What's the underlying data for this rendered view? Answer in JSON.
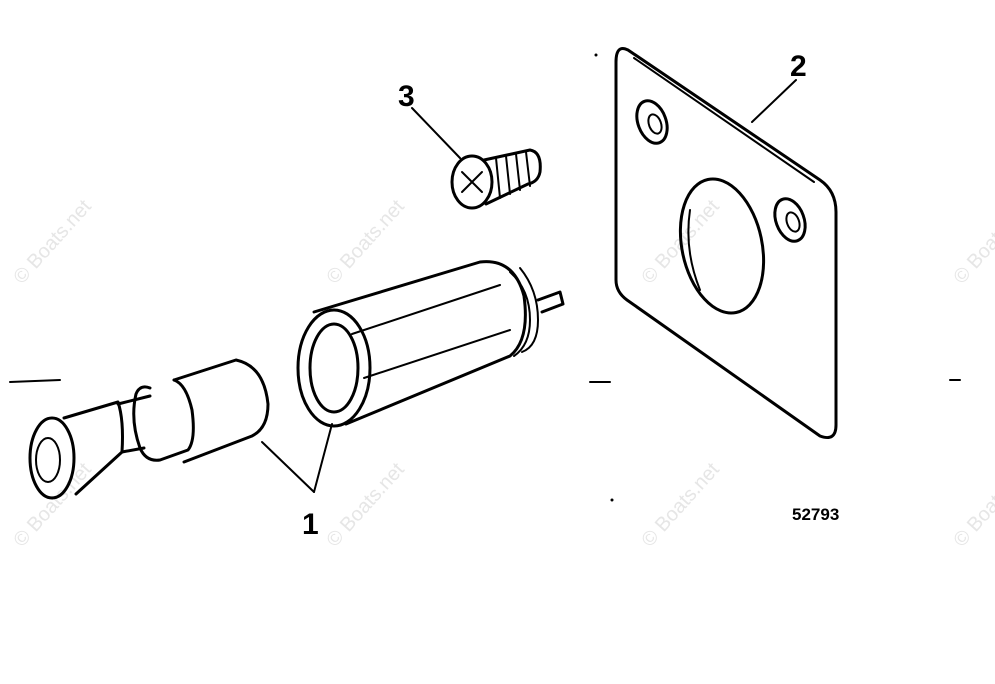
{
  "diagram": {
    "callouts": {
      "item_1": "1",
      "item_2": "2",
      "item_3": "3"
    },
    "part_number": "52793",
    "watermark": "© Boats.net"
  }
}
